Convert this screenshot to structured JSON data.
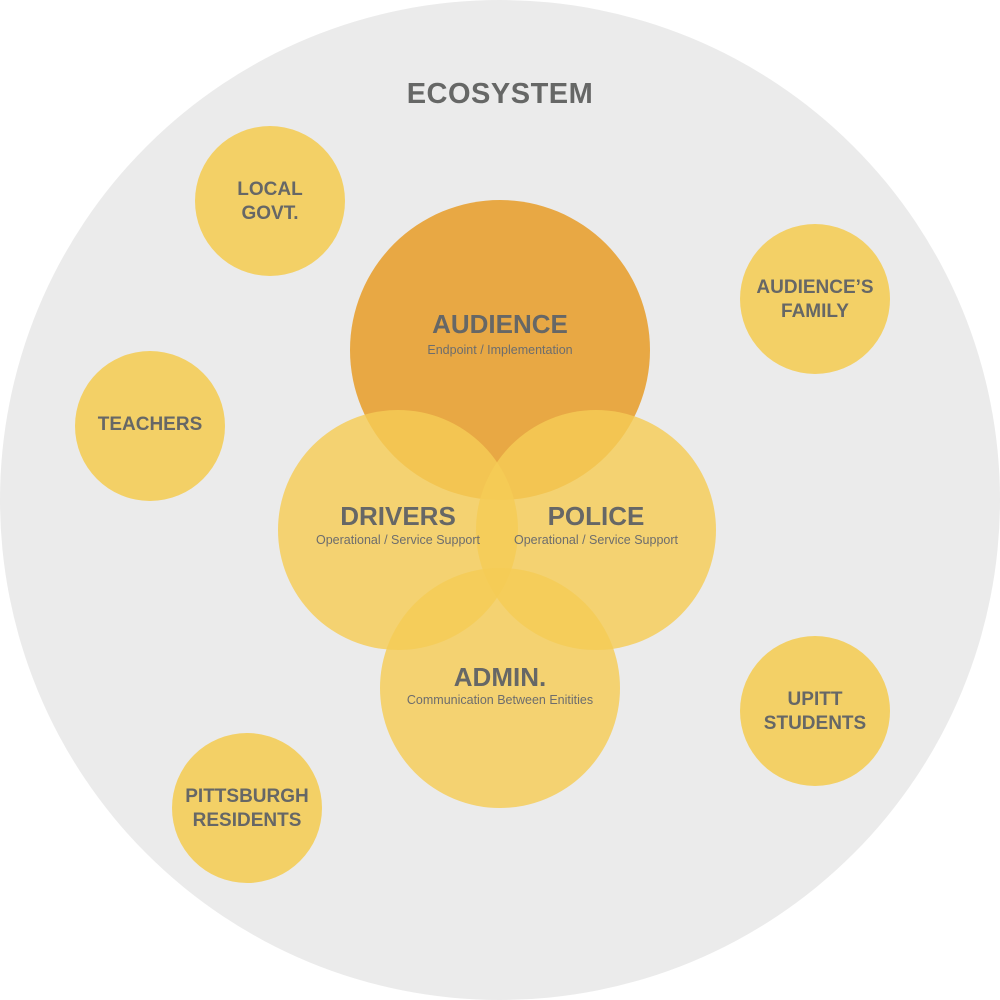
{
  "ecosystem": {
    "title": "ECOSYSTEM"
  },
  "colors": {
    "background_circle": "#ebebeb",
    "outer_stakeholder": "#f3d066",
    "core_yellow": "#f5cc55",
    "audience_orange": "#e8a844",
    "text": "#666766"
  },
  "core": {
    "audience": {
      "title": "AUDIENCE",
      "subtitle": "Endpoint / Implementation"
    },
    "drivers": {
      "title": "DRIVERS",
      "subtitle": "Operational / Service Support"
    },
    "police": {
      "title": "POLICE",
      "subtitle": "Operational / Service Support"
    },
    "admin": {
      "title": "ADMIN.",
      "subtitle": "Communication Between Enitities"
    }
  },
  "stakeholders": {
    "local_govt": {
      "line1": "LOCAL",
      "line2": "GOVT."
    },
    "audiences_family": {
      "line1": "AUDIENCE’S",
      "line2": "FAMILY"
    },
    "teachers": {
      "line1": "TEACHERS"
    },
    "upitt_students": {
      "line1": "UPITT",
      "line2": "STUDENTS"
    },
    "pittsburgh_residents": {
      "line1": "PITTSBURGH",
      "line2": "RESIDENTS"
    }
  }
}
